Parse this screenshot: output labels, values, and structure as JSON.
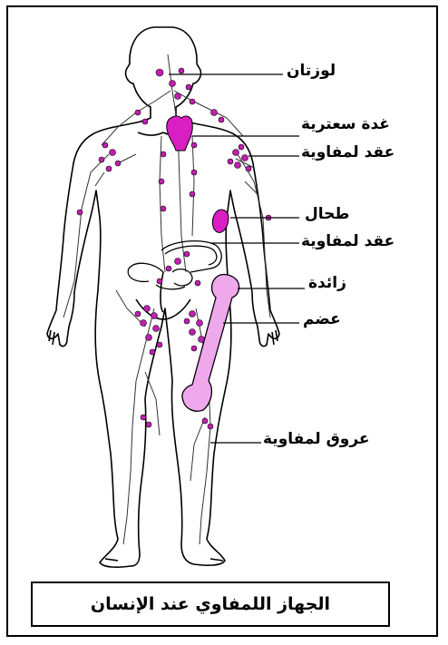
{
  "labels": {
    "tonsils": "لوزتان",
    "thymus": "غدة سعترية",
    "lymph_nodes_1": "عقد لمفاوية",
    "spleen": "طحال",
    "lymph_nodes_2": "عقد لمفاوية",
    "appendix": "زائدة",
    "bone": "عضم",
    "lymph_vessels": "عروق لمفاوية"
  },
  "caption": "الجهاز اللمفاوي عند الإنسان",
  "colors": {
    "outline": "#000000",
    "node": "#c21fb1",
    "organ": "#d91fc3",
    "bone": "#f0a8ec",
    "vessel": "#333333"
  }
}
